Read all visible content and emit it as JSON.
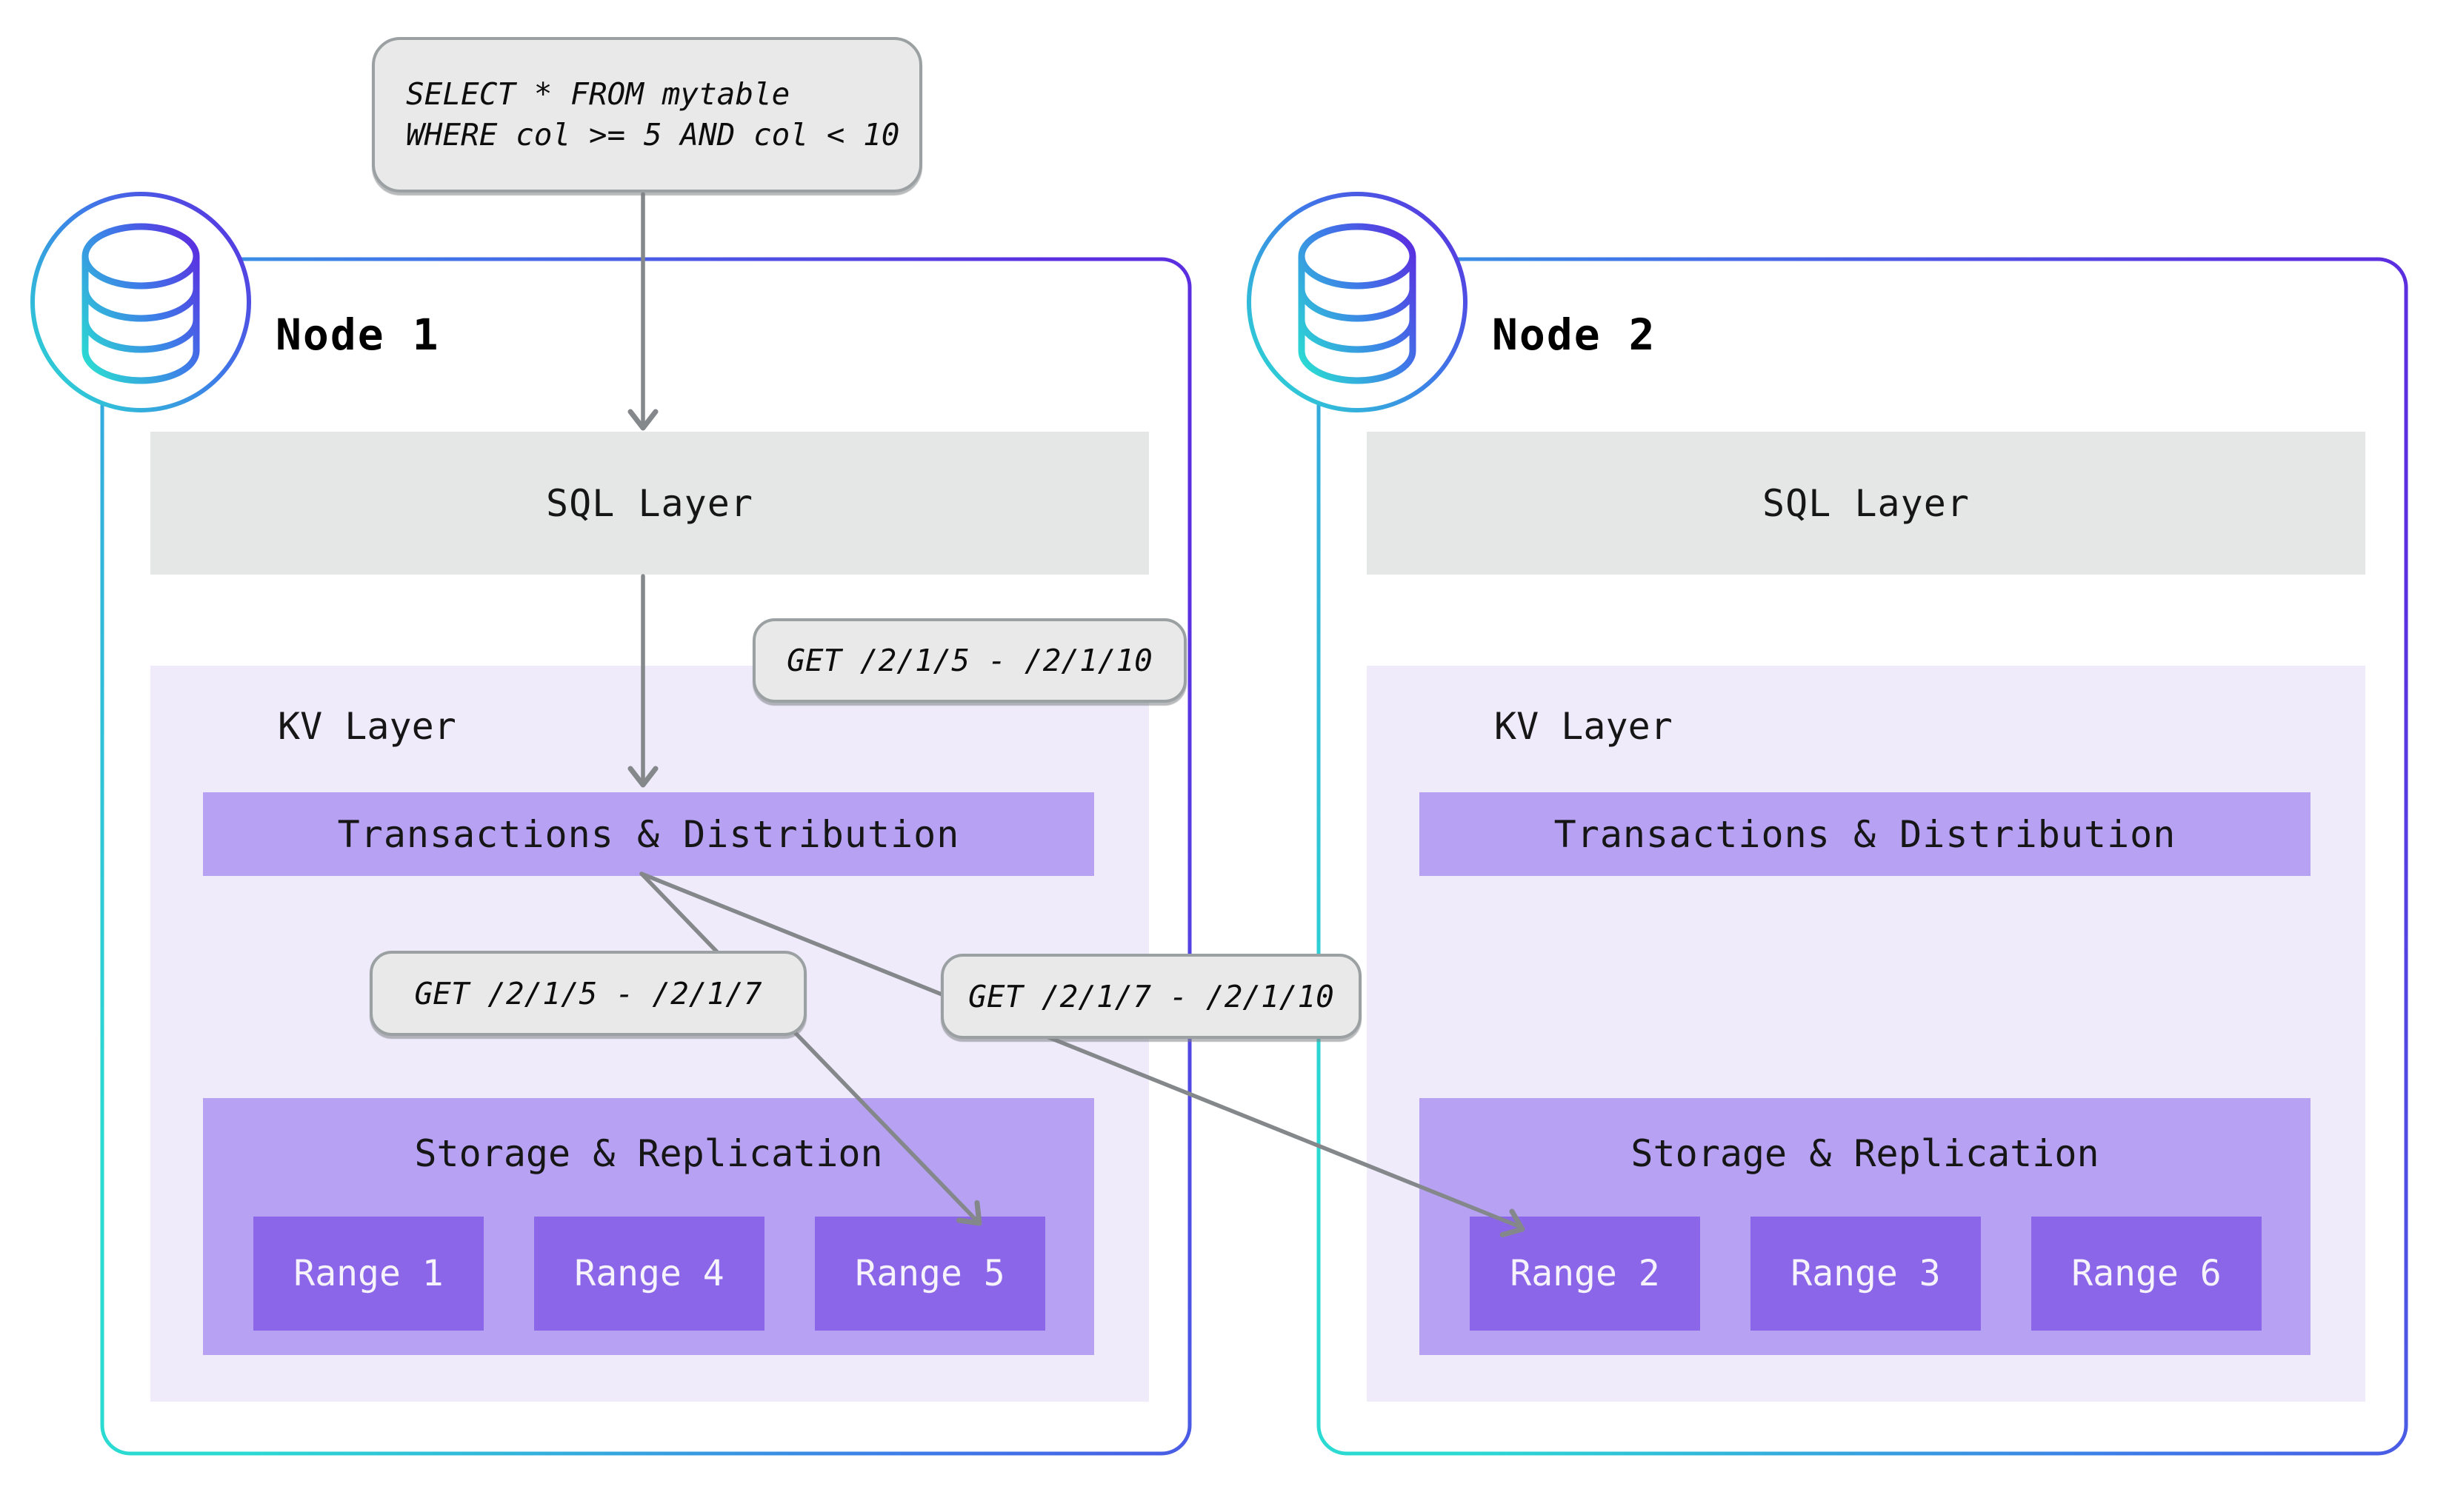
{
  "query_callout": {
    "lines": [
      "SELECT * FROM mytable",
      "WHERE col >= 5 AND col < 10"
    ]
  },
  "get_callouts": {
    "sql_to_kv": "GET /2/1/5 - /2/1/10",
    "kv_to_range5": "GET /2/1/5 - /2/1/7",
    "kv_to_range2": "GET /2/1/7 - /2/1/10"
  },
  "nodes": [
    {
      "title": "Node 1",
      "sql_layer": "SQL Layer",
      "kv_layer": "KV Layer",
      "transactions": "Transactions & Distribution",
      "storage": "Storage & Replication",
      "ranges": [
        "Range 1",
        "Range 4",
        "Range 5"
      ]
    },
    {
      "title": "Node 2",
      "sql_layer": "SQL Layer",
      "kv_layer": "KV Layer",
      "transactions": "Transactions & Distribution",
      "storage": "Storage & Replication",
      "ranges": [
        "Range 2",
        "Range 3",
        "Range 6"
      ]
    }
  ],
  "icons": {
    "node_icon": "database-icon"
  },
  "colors": {
    "node_border_start": "#2BDBD2",
    "node_border_mid": "#3E7BE8",
    "node_border_end": "#5B2EE0",
    "sql_bar": "#E5E7E6",
    "kv_region": "#EFEBFB",
    "layer_bar_purple": "#B6A1F2",
    "range_purple": "#8C66E9",
    "range_text": "#F6F3FD",
    "callout_bg": "#E8E9E8",
    "callout_border": "#9BA0A2",
    "arrow_gray": "#84888B"
  }
}
